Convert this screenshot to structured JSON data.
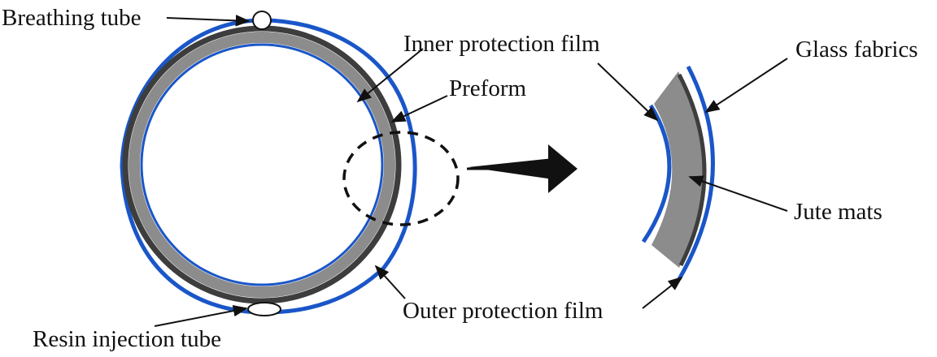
{
  "labels": {
    "breathing_tube": "Breathing tube",
    "resin_injection_tube": "Resin injection tube",
    "inner_protection_film": "Inner protection film",
    "preform": "Preform",
    "outer_protection_film": "Outer protection film",
    "glass_fabrics": "Glass fabrics",
    "jute_mats": "Jute mats"
  },
  "colors": {
    "film_blue": "#1a56c8",
    "glass_dark": "#3d3d3d",
    "jute_gray": "#8c8c8c",
    "line": "#111111"
  }
}
